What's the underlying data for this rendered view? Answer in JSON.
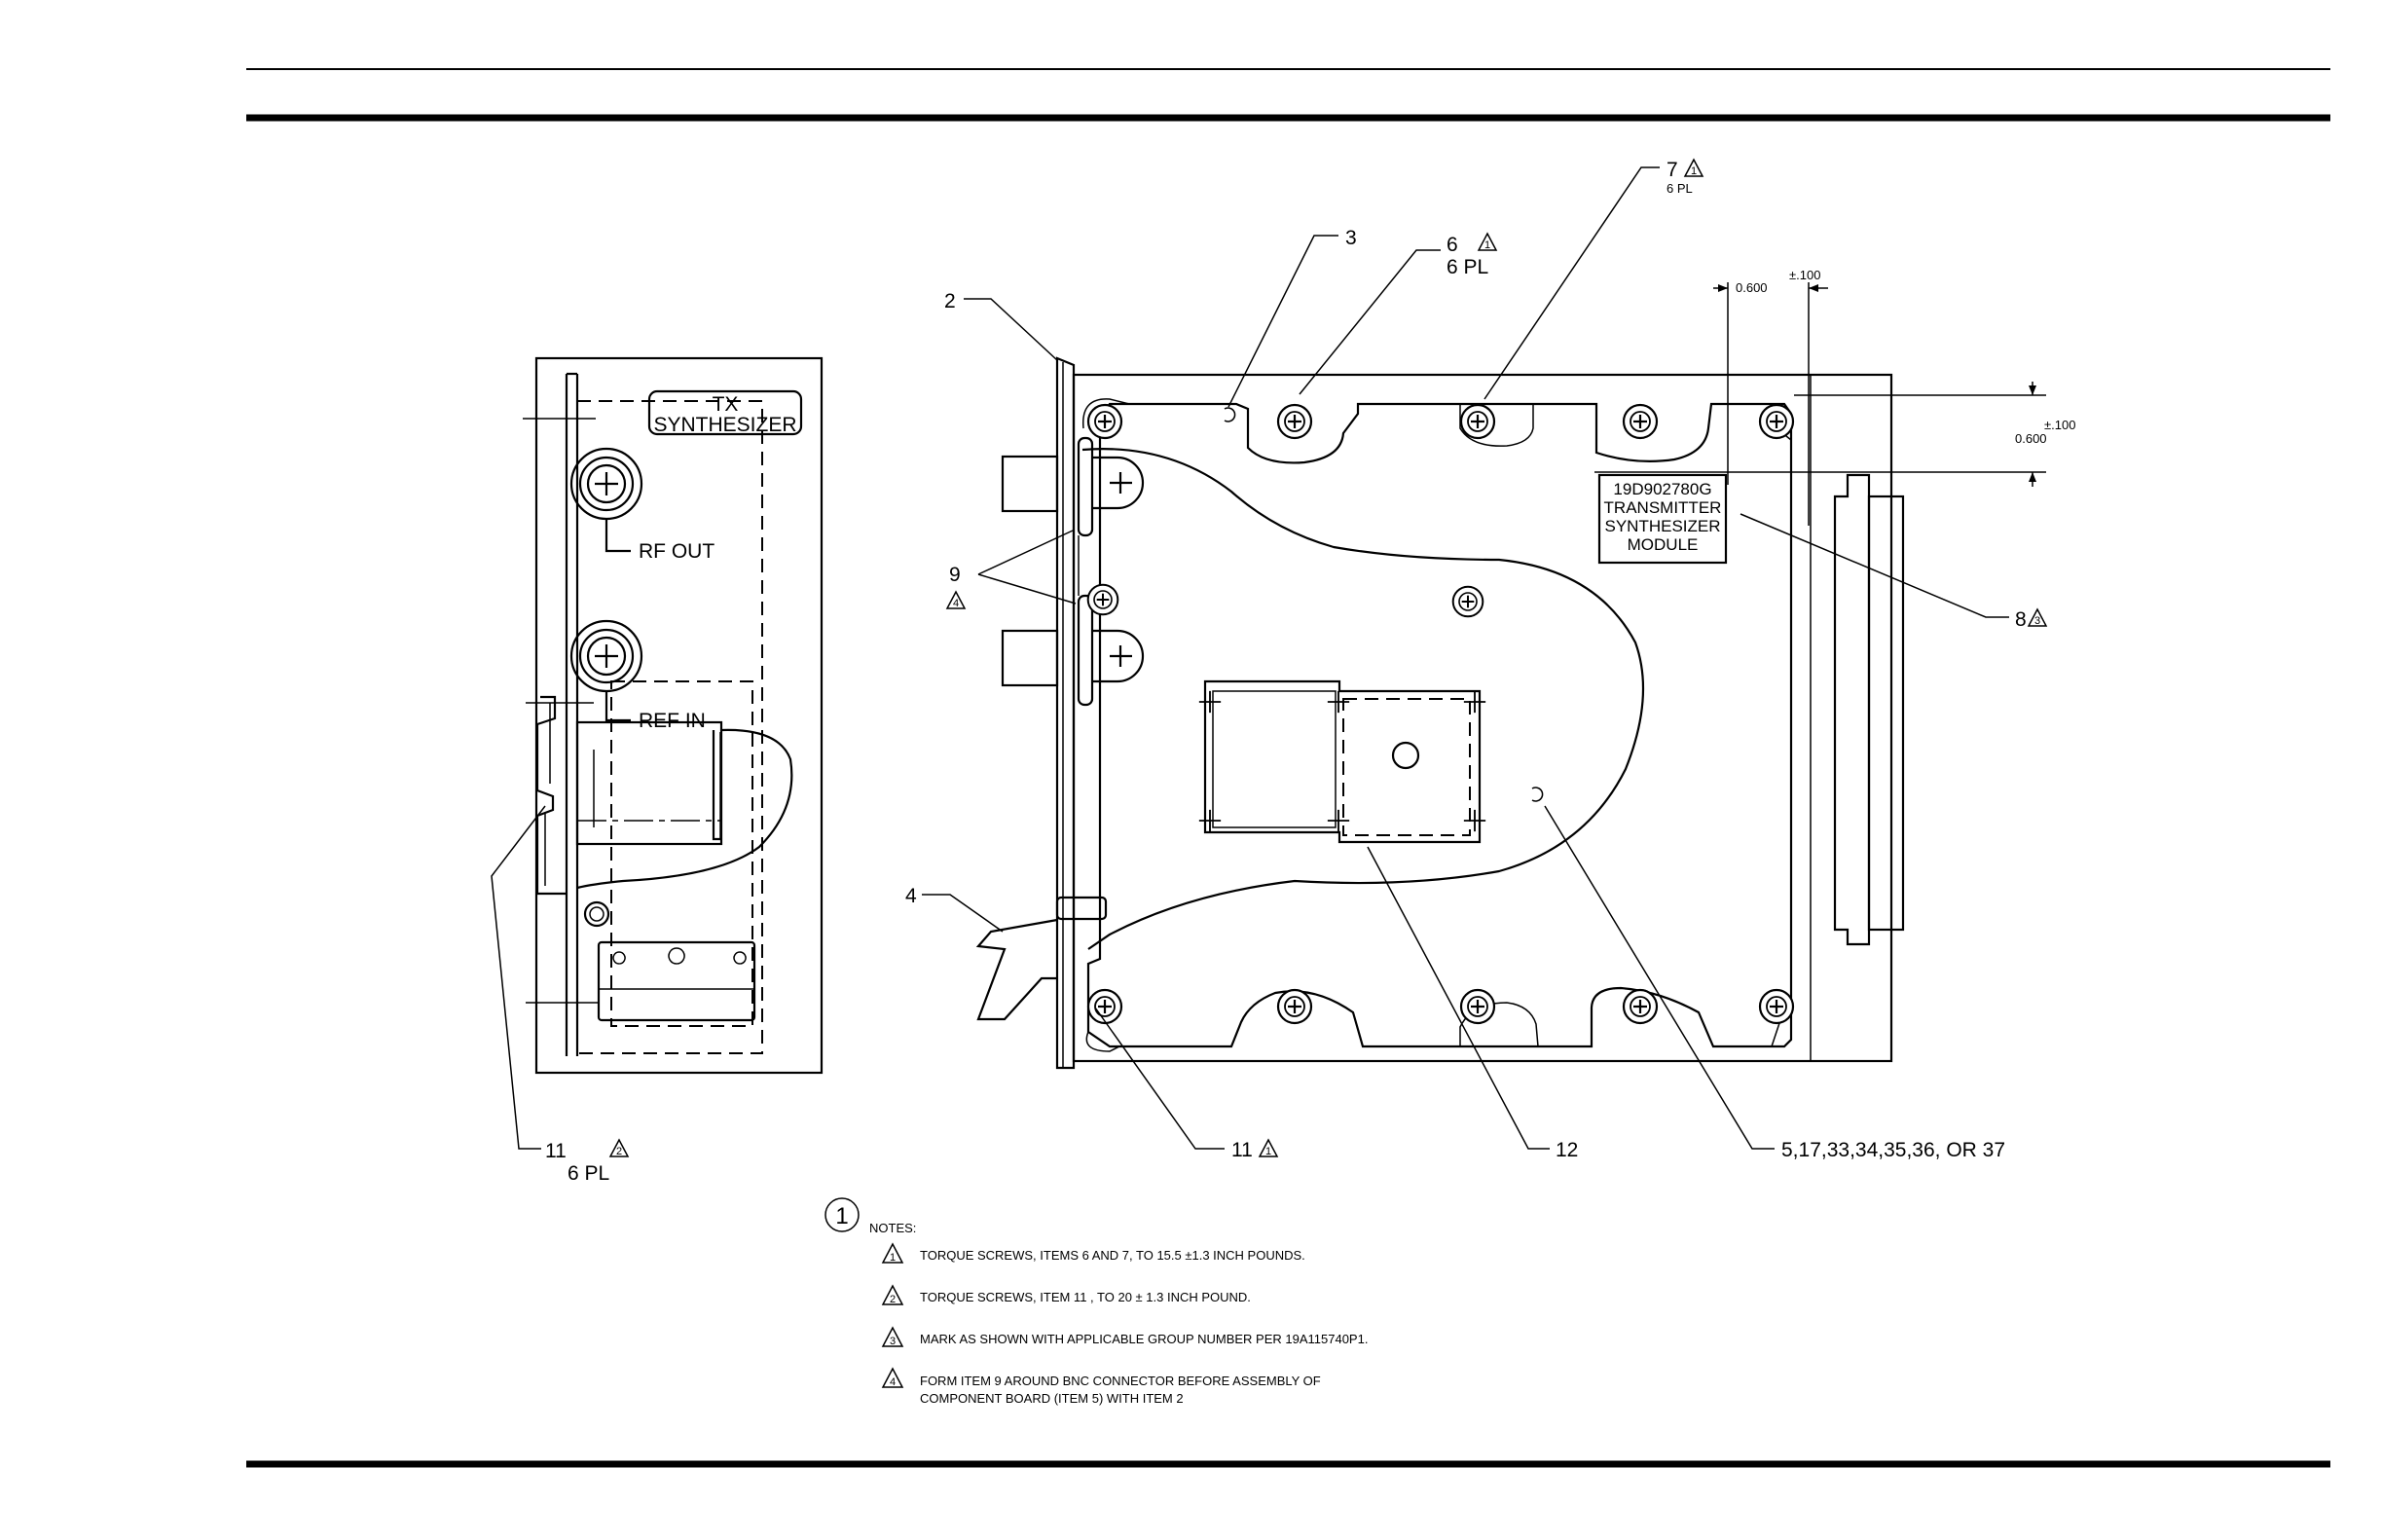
{
  "callouts": {
    "c2": "2",
    "c3": "3",
    "c4": "4",
    "c6": "6",
    "c6pl": "6 PL",
    "c7": "7",
    "c7pl": "6 PL",
    "c8": "8",
    "c9": "9",
    "c11_right": "11",
    "c11_left": "11",
    "c11_left_pl": "6 PL",
    "c12": "12",
    "c_items": "5,17,33,34,35,36, OR 37"
  },
  "flags": {
    "f1": "1",
    "f2": "2",
    "f3": "3",
    "f4": "4"
  },
  "dimensions": {
    "top_value": "0.600",
    "top_tol": "±.100",
    "side_value": "0.600",
    "side_tol": "±.100"
  },
  "label_plate": [
    "19D902780G",
    "TRANSMITTER",
    "SYNTHESIZER",
    "MODULE"
  ],
  "front_panel": {
    "title_line1": "TX",
    "title_line2": "SYNTHESIZER",
    "rf_out": "RF OUT",
    "ref_in": "REF IN"
  },
  "notes": {
    "circle_number": "1",
    "heading": "NOTES:",
    "items": [
      {
        "flag": "1",
        "text": "TORQUE SCREWS, ITEMS 6 AND 7, TO 15.5 ±1.3 INCH POUNDS."
      },
      {
        "flag": "2",
        "text": "TORQUE SCREWS, ITEM 11 , TO 20 ± 1.3 INCH POUND."
      },
      {
        "flag": "3",
        "text": "MARK AS SHOWN WITH APPLICABLE GROUP NUMBER PER 19A115740P1."
      },
      {
        "flag": "4",
        "text": "FORM ITEM 9 AROUND BNC CONNECTOR BEFORE ASSEMBLY OF",
        "text2": "COMPONENT BOARD (ITEM 5) WITH ITEM 2"
      }
    ]
  }
}
